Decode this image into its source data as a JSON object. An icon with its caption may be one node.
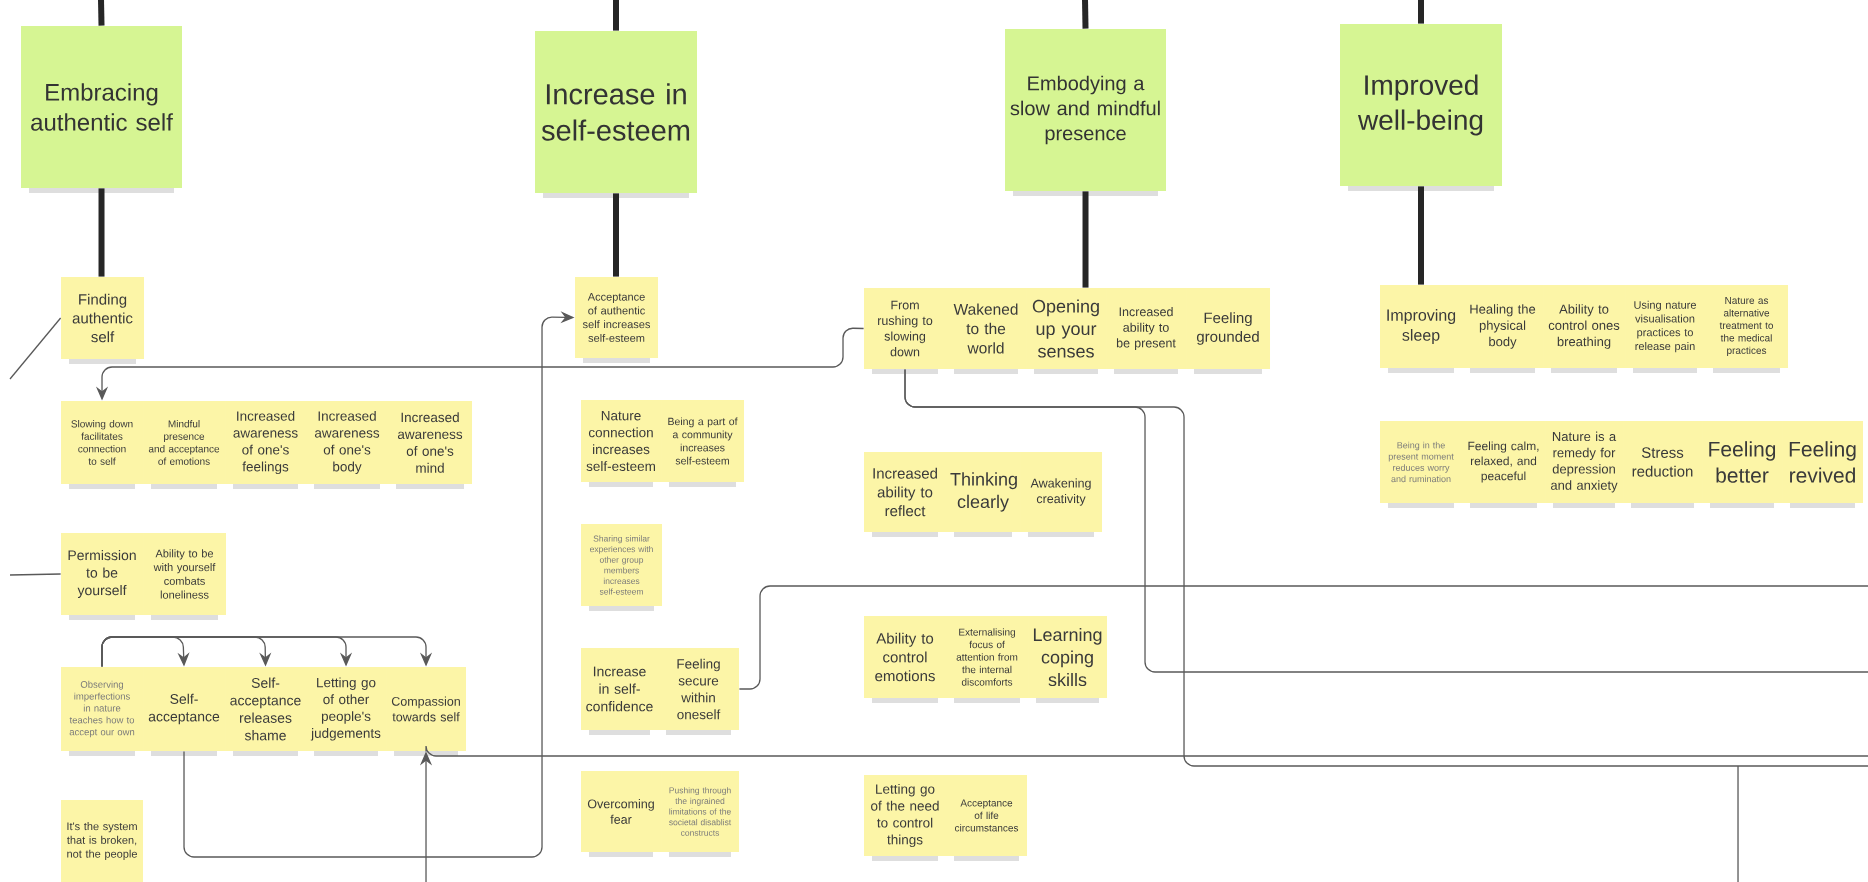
{
  "diagram": {
    "nodes": [
      {
        "text": [
          "Embracing authentic self"
        ]
      },
      {
        "text": [
          "Increase in self-esteem"
        ]
      },
      {
        "text": [
          "Embodying a slow and mindful presence"
        ]
      },
      {
        "text": [
          "Improved well-being"
        ]
      },
      {
        "text": [
          "Finding authentic self"
        ]
      },
      {
        "text": [
          "Slowing down facilitates connection to self"
        ]
      },
      {
        "text": [
          "Mindful presence and acceptance of emotions"
        ]
      },
      {
        "text": [
          "Increased awareness of one's feelings"
        ]
      },
      {
        "text": [
          "Increased awareness of one's body"
        ]
      },
      {
        "text": [
          "Increased awareness of one's mind"
        ]
      },
      {
        "text": [
          "Permission to be yourself"
        ]
      },
      {
        "text": [
          "Ability to be with yourself combats loneliness"
        ]
      },
      {
        "text": [
          "Observing imperfections in nature teaches how to accept our own"
        ]
      },
      {
        "text": [
          "Self-acceptance"
        ]
      },
      {
        "text": [
          "Self-acceptance releases shame"
        ]
      },
      {
        "text": [
          "Letting go of other people's judgements"
        ]
      },
      {
        "text": [
          "Compassion towards self"
        ]
      },
      {
        "text": [
          "It's the system that is broken, not the people"
        ]
      },
      {
        "text": [
          "Acceptance of authentic self increases self-esteem"
        ]
      },
      {
        "text": [
          "Nature connection increases self-esteem"
        ]
      },
      {
        "text": [
          "Being a part of a community increases self-esteem"
        ]
      },
      {
        "text": [
          "Sharing similar experiences with other group members increases self-esteem"
        ]
      },
      {
        "text": [
          "Increase in self-confidence"
        ]
      },
      {
        "text": [
          "Feeling secure within oneself"
        ]
      },
      {
        "text": [
          "Overcoming fear"
        ]
      },
      {
        "text": [
          "Pushing through the ingrained limitations of the societal disablist constructs"
        ]
      },
      {
        "text": [
          "From rushing to slowing down"
        ]
      },
      {
        "text": [
          "Wakened to the world"
        ]
      },
      {
        "text": [
          "Opening up your senses"
        ]
      },
      {
        "text": [
          "Increased ability to be present"
        ]
      },
      {
        "text": [
          "Feeling grounded"
        ]
      },
      {
        "text": [
          "Increased ability to reflect"
        ]
      },
      {
        "text": [
          "Thinking clearly"
        ]
      },
      {
        "text": [
          "Awakening creativity"
        ]
      },
      {
        "text": [
          "Ability to control emotions"
        ]
      },
      {
        "text": [
          "Externalising focus of attention from the internal discomforts"
        ]
      },
      {
        "text": [
          "Learning coping skills"
        ]
      },
      {
        "text": [
          "Letting go of the need to control things"
        ]
      },
      {
        "text": [
          "Acceptance of life circumstances"
        ]
      },
      {
        "text": [
          "Improving sleep"
        ]
      },
      {
        "text": [
          "Healing the physical body"
        ]
      },
      {
        "text": [
          "Ability to control ones breathing"
        ]
      },
      {
        "text": [
          "Using nature visualisation practices to release pain"
        ]
      },
      {
        "text": [
          "Nature as alternative treatment to the medical practices"
        ]
      },
      {
        "text": [
          "Being in the present moment reduces worry and rumination"
        ]
      },
      {
        "text": [
          "Feeling calm, relaxed, and peaceful"
        ]
      },
      {
        "text": [
          "Nature is a remedy for depression and anxiety"
        ]
      },
      {
        "text": [
          "Stress reduction"
        ]
      },
      {
        "text": [
          "Feeling better"
        ]
      },
      {
        "text": [
          "Feeling revived"
        ]
      }
    ],
    "edges": [
      {
        "from": null,
        "to": 0,
        "arrow": "none",
        "style": "thick"
      },
      {
        "from": null,
        "to": 1,
        "arrow": "none",
        "style": "thick"
      },
      {
        "from": null,
        "to": 2,
        "arrow": "none",
        "style": "thick"
      },
      {
        "from": null,
        "to": 3,
        "arrow": "none",
        "style": "thick"
      },
      {
        "from": 0,
        "to": 4,
        "arrow": "none",
        "style": "thick"
      },
      {
        "from": 1,
        "to": 18,
        "arrow": "none",
        "style": "thick"
      },
      {
        "from": 2,
        "to": 28,
        "arrow": "none",
        "style": "thick"
      },
      {
        "from": 3,
        "to": 39,
        "arrow": "none",
        "style": "thick"
      },
      {
        "from": null,
        "to": 4,
        "arrow": "none"
      },
      {
        "from": null,
        "to": 10,
        "arrow": "none"
      },
      {
        "from": 26,
        "to": 5,
        "arrow": "to"
      },
      {
        "from": 12,
        "to": 13,
        "arrow": "to"
      },
      {
        "from": 12,
        "to": 14,
        "arrow": "to"
      },
      {
        "from": 12,
        "to": 15,
        "arrow": "to"
      },
      {
        "from": 12,
        "to": 16,
        "arrow": "to"
      },
      {
        "from": 13,
        "to": 18,
        "arrow": "to"
      },
      {
        "from": null,
        "to": 16,
        "arrow": "none"
      },
      {
        "from": null,
        "to": 16,
        "arrow": "to"
      },
      {
        "from": 23,
        "to": null,
        "arrow": "none"
      },
      {
        "from": 26,
        "to": null,
        "arrow": "none"
      },
      {
        "from": 26,
        "to": null,
        "arrow": "none"
      }
    ]
  }
}
